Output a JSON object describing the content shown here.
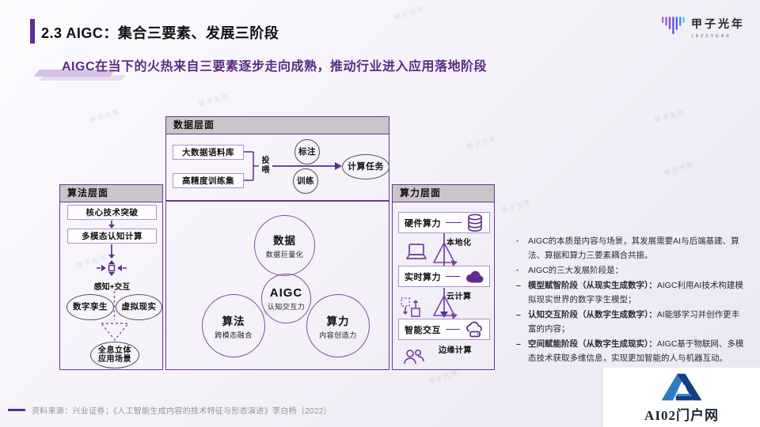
{
  "title": "2.3 AIGC：集合三要素、发展三阶段",
  "subtitle": "AIGC在当下的火热来自三要素逐步走向成熟，推动行业进入应用落地阶段",
  "brand": {
    "name": "甲子光年",
    "sub": "JAZZYEAR"
  },
  "watermark": {
    "text": "甲子光年"
  },
  "diagram": {
    "data_layer": {
      "header": "数据层面",
      "box1": "大数据语料库",
      "box2": "高精度训练集",
      "feed_label": "投喂",
      "circle1": "标注",
      "circle2": "训练",
      "task": "计算任务"
    },
    "algo_layer": {
      "header": "算法层面",
      "box1": "核心技术突破",
      "box2": "多模态认知计算",
      "interaction_label": "感知+交互",
      "ellipse1": "数字孪生",
      "ellipse2": "虚拟现实",
      "bottom_line1": "全息立体",
      "bottom_line2": "应用场景"
    },
    "power_layer": {
      "header": "算力层面",
      "rows": [
        {
          "box": "硬件算力",
          "tag": "本地化"
        },
        {
          "box": "实时算力",
          "tag": "云计算"
        },
        {
          "box": "智能交互",
          "tag": "边缘计算"
        }
      ]
    },
    "venn": {
      "top": {
        "label": "数据",
        "sub": "数据巨量化"
      },
      "center": {
        "label": "AIGC",
        "sub": "认知交互力"
      },
      "left": {
        "label": "算法",
        "sub": "跨模态融合"
      },
      "right": {
        "label": "算力",
        "sub": "内容创造力"
      }
    }
  },
  "notes": {
    "items": [
      {
        "bullet": "·",
        "bold": "",
        "text": "AIGC的本质是内容与场景，其发展需要AI与后端基建、算法、算据和算力三要素耦合共振。"
      },
      {
        "bullet": "·",
        "bold": "",
        "text": "AIGC的三大发展阶段是："
      },
      {
        "bullet": "–",
        "bold": "模型赋智阶段（从现实生成数字）：",
        "text": "AIGC利用AI技术构建模拟现实世界的数字孪生模型；"
      },
      {
        "bullet": "–",
        "bold": "认知交互阶段（从数字生成数字）：",
        "text": "AI能够学习并创作更丰富的内容；"
      },
      {
        "bullet": "–",
        "bold": "空间赋能阶段（从数字生成现实）：",
        "text": "AIGC基于物联网、多模态技术获取多维信息，实现更加智能的人与机器互动。"
      }
    ]
  },
  "footer": {
    "source": "资料来源：兴业证券；《人工智能生成内容的技术特征与形态演进》李白杨（2022）"
  },
  "corner_logo": {
    "name": "AI02门户网"
  },
  "colors": {
    "accent": "#5e2d8e",
    "panel_border": "#6b3594",
    "header_gray": "#c9c5cb"
  }
}
